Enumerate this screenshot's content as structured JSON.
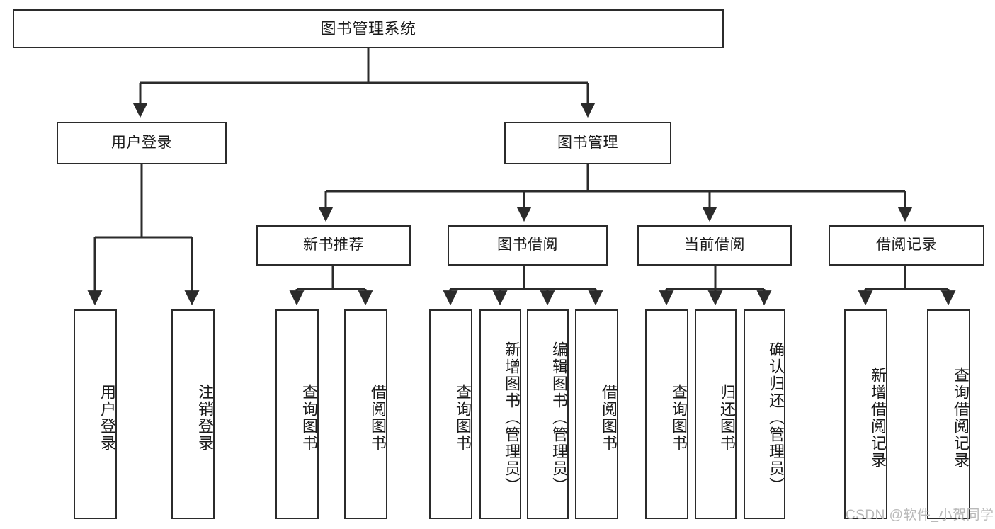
{
  "diagram": {
    "title": "图书管理系统",
    "type": "tree-hierarchy-chart",
    "watermark": "CSDN @软件_小贺同学",
    "colors": {
      "stroke": "#2b2b2b",
      "fill": "#ffffff",
      "text": "#1a1a1a",
      "watermark": "#b9b9b9"
    },
    "nodes": {
      "root": "图书管理系统",
      "level2": {
        "user_login": "用户登录",
        "book_manage": "图书管理"
      },
      "level3": {
        "new_book_rec": "新书推荐",
        "book_borrow": "图书借阅",
        "current_borrow": "当前借阅",
        "borrow_record": "借阅记录"
      },
      "leaves": {
        "user_login_1": "用户登录",
        "user_login_2": "注销登录",
        "new_book_rec_1": "查询图书",
        "new_book_rec_2": "借阅图书",
        "book_borrow_1": "查询图书",
        "book_borrow_2": "新增图书（管理员）",
        "book_borrow_3": "编辑图书（管理员）",
        "book_borrow_4": "借阅图书",
        "current_borrow_1": "查询图书",
        "current_borrow_2": "归还图书",
        "current_borrow_3": "确认归还（管理员）",
        "borrow_record_1": "新增借阅记录",
        "borrow_record_2": "查询借阅记录"
      }
    }
  }
}
